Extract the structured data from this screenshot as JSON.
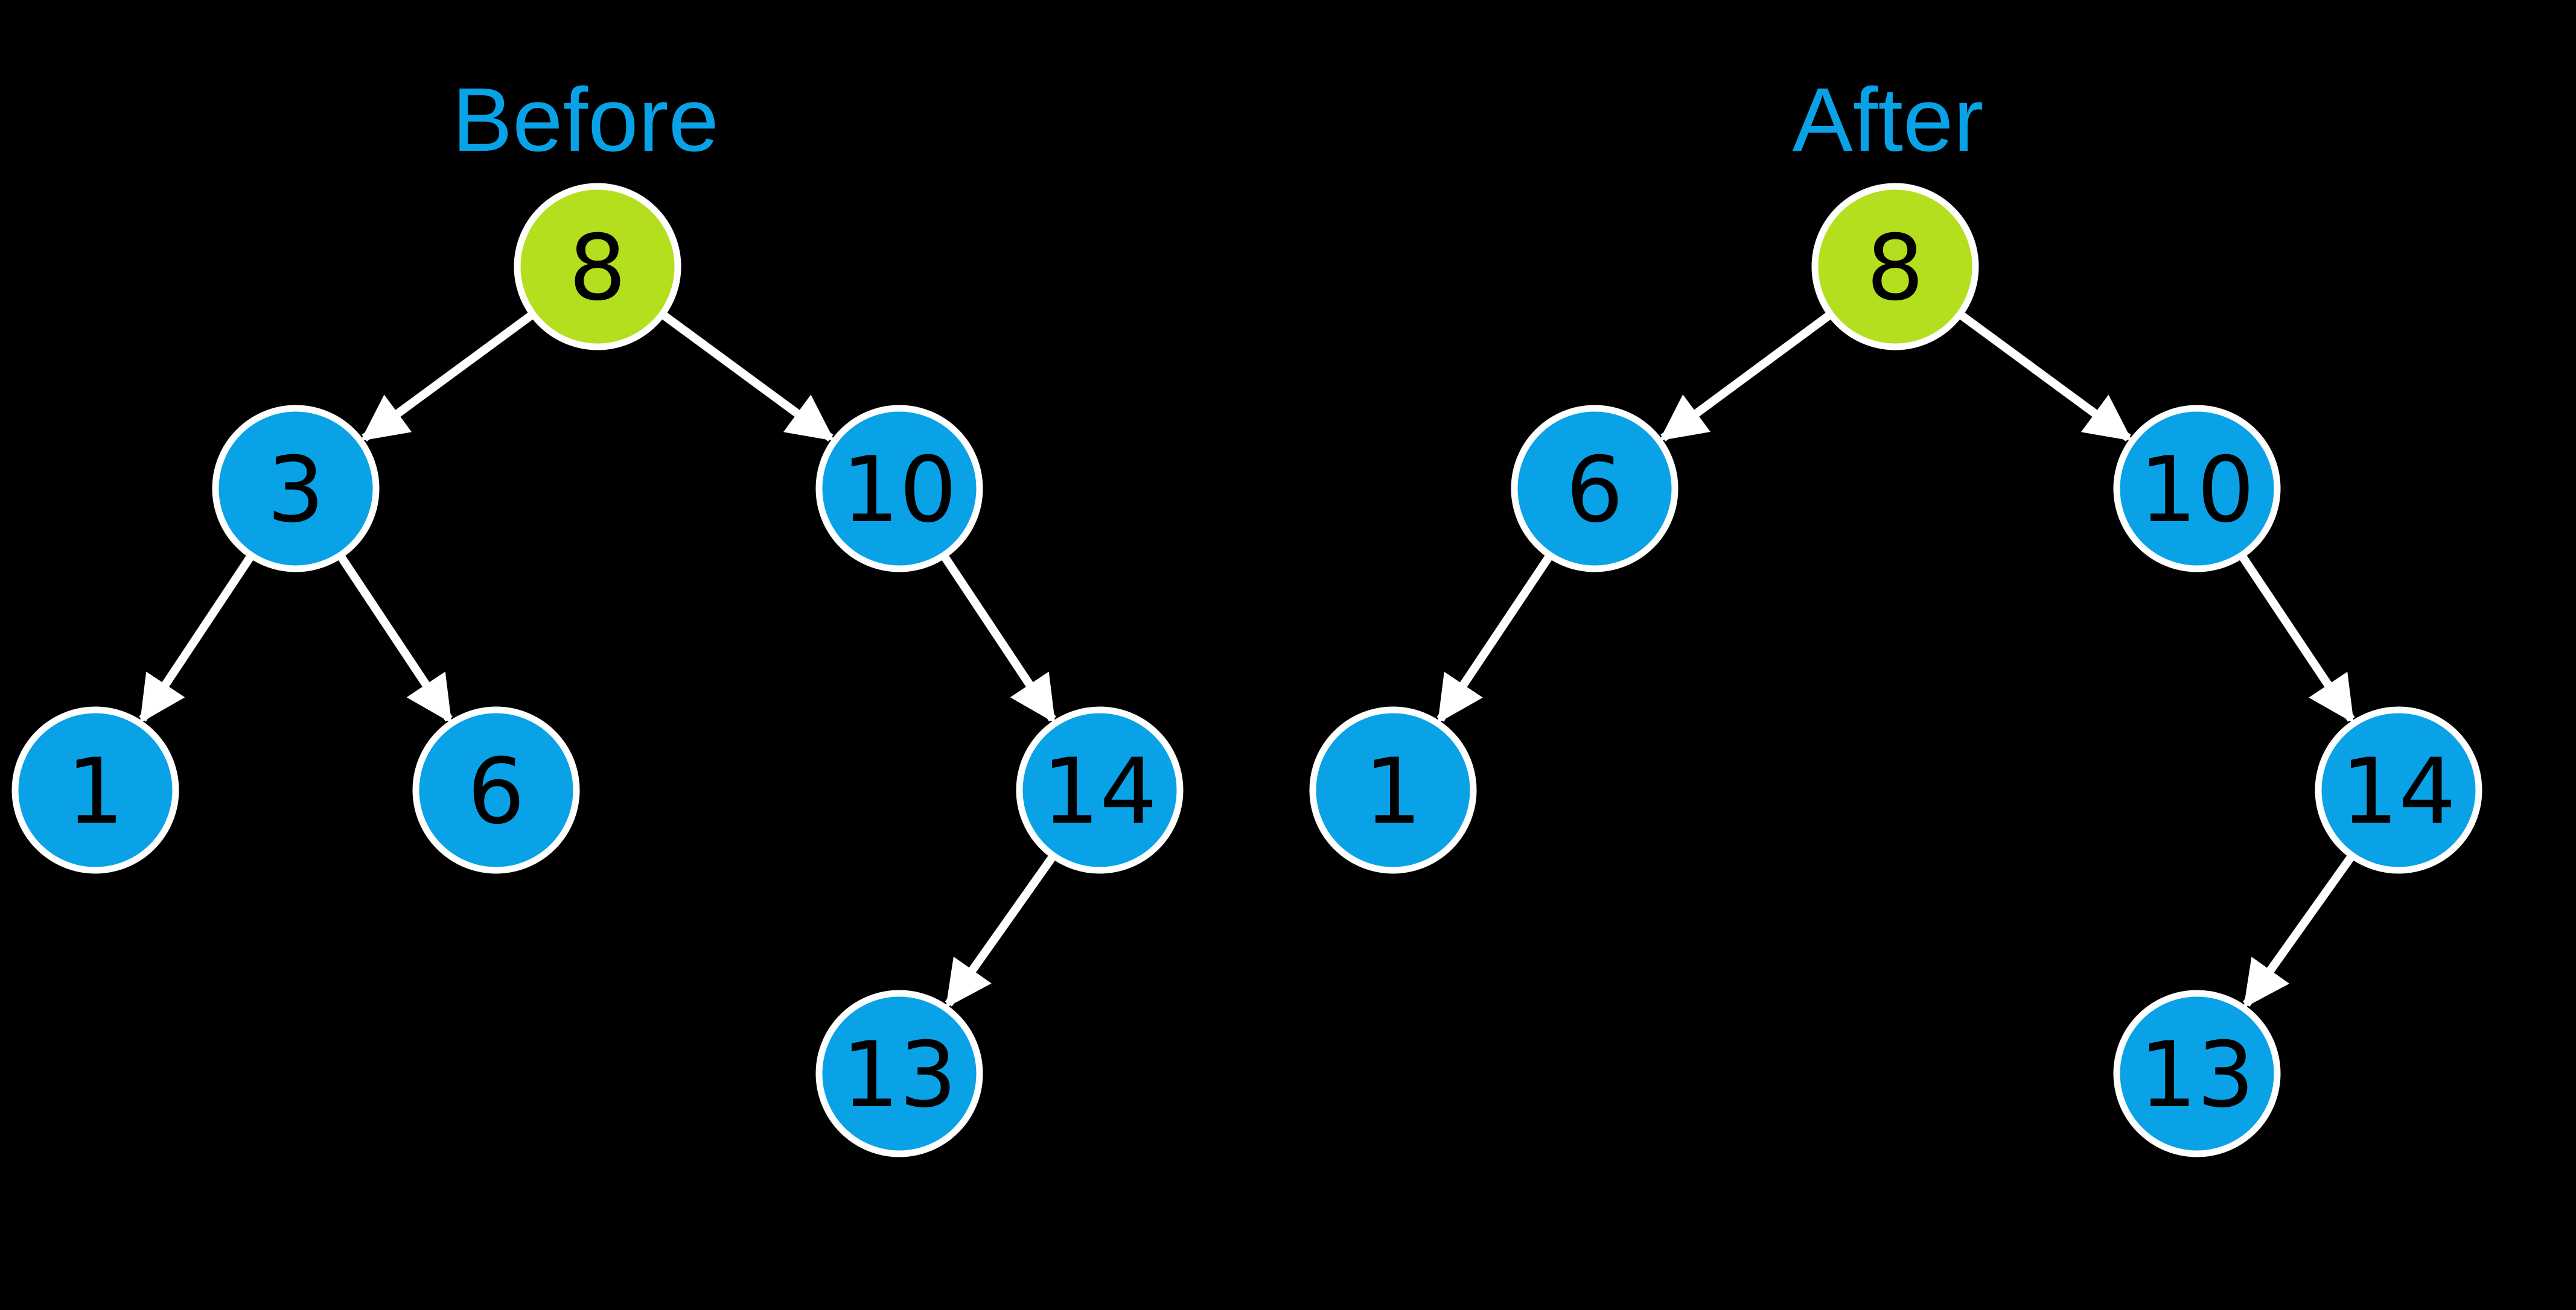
{
  "colors": {
    "background": "#000000",
    "node_fill": "#0aa2e6",
    "root_fill": "#b3df1e",
    "node_stroke": "#ffffff",
    "edge": "#ffffff",
    "title": "#0aa2e6",
    "label": "#000000"
  },
  "panels": [
    {
      "title": "Before",
      "root": "8",
      "nodes": [
        "8",
        "3",
        "10",
        "1",
        "6",
        "14",
        "13"
      ],
      "edges": [
        [
          "8",
          "3"
        ],
        [
          "8",
          "10"
        ],
        [
          "3",
          "1"
        ],
        [
          "3",
          "6"
        ],
        [
          "10",
          "14"
        ],
        [
          "14",
          "13"
        ]
      ]
    },
    {
      "title": "After",
      "root": "8",
      "nodes": [
        "8",
        "6",
        "10",
        "1",
        "14",
        "13"
      ],
      "edges": [
        [
          "8",
          "6"
        ],
        [
          "8",
          "10"
        ],
        [
          "6",
          "1"
        ],
        [
          "10",
          "14"
        ],
        [
          "14",
          "13"
        ]
      ]
    }
  ]
}
